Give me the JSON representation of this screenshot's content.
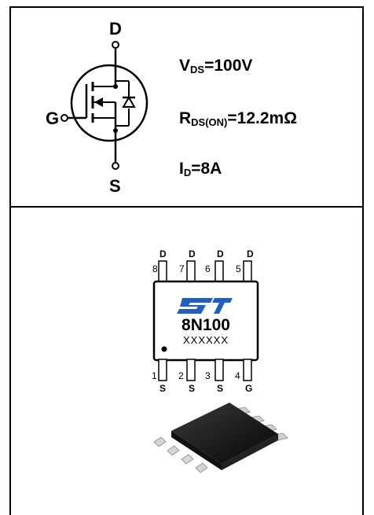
{
  "symbol": {
    "drain_label": "D",
    "gate_label": "G",
    "source_label": "S"
  },
  "specs": {
    "vds": {
      "main": "V",
      "sub": "DS",
      "value": "=100V"
    },
    "rds": {
      "main": "R",
      "sub": "DS(ON)",
      "value": "=12.2mΩ"
    },
    "id": {
      "main": "I",
      "sub": "D",
      "value": "=8A"
    }
  },
  "package": {
    "logo": "ST",
    "part_number": "8N100",
    "marking": "XXXXXX",
    "top_pins": [
      {
        "number": "8",
        "label": "D"
      },
      {
        "number": "7",
        "label": "D"
      },
      {
        "number": "6",
        "label": "D"
      },
      {
        "number": "5",
        "label": "D"
      }
    ],
    "bottom_pins": [
      {
        "number": "1",
        "label": "S"
      },
      {
        "number": "2",
        "label": "S"
      },
      {
        "number": "3",
        "label": "S"
      },
      {
        "number": "4",
        "label": "G"
      }
    ]
  }
}
